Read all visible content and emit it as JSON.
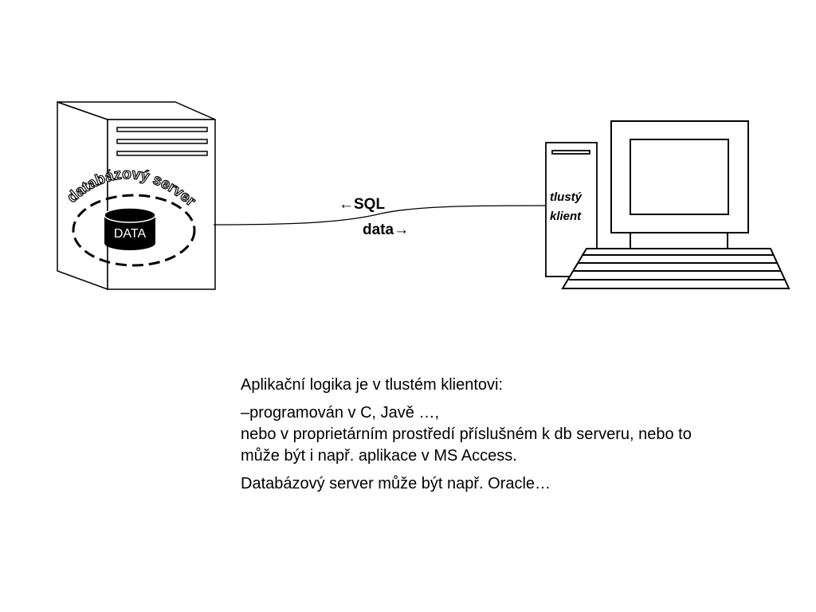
{
  "server": {
    "label": "databázový server",
    "data_label": "DATA"
  },
  "connection": {
    "request_label": "←SQL",
    "response_label": "data→"
  },
  "client": {
    "label_line1": "tlustý",
    "label_line2": "klient"
  },
  "text": {
    "para1": "Aplikační logika je v tlustém klientovi:",
    "para2_line1": "–programován v C, Javě …,",
    "para2_line2": "nebo v proprietárním prostředí příslušném k db serveru, nebo to",
    "para2_line3": "může být i např. aplikace v MS Access.",
    "para3": "Databázový server může být např. Oracle…"
  }
}
